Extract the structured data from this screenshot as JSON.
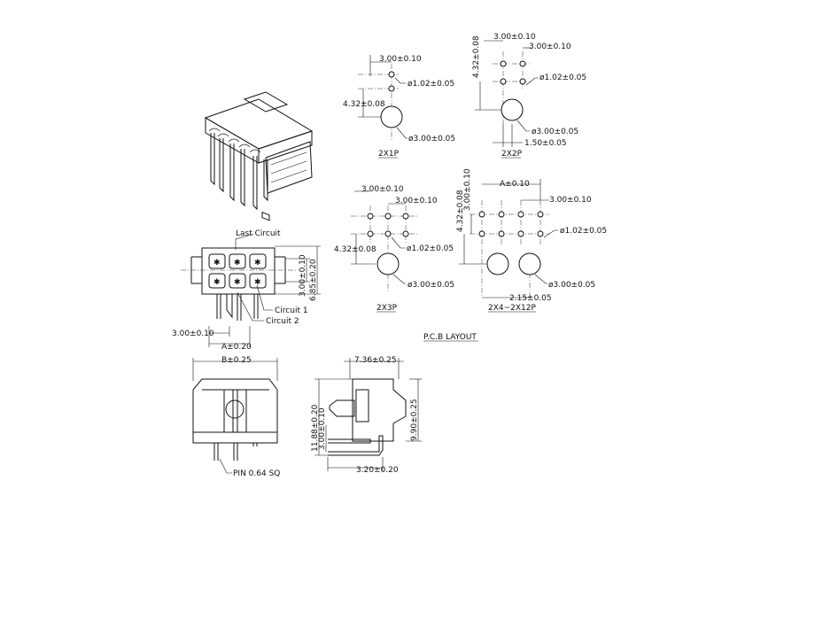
{
  "labels": {
    "layout_2x1p": "2X1P",
    "layout_2x2p": "2X2P",
    "layout_2x3p": "2X3P",
    "layout_2x4_2x12p": "2X4~2X12P",
    "pcb_layout": "P.C.B LAYOUT",
    "last_circuit": "Last Circuit",
    "circuit_1": "Circuit 1",
    "circuit_2": "Circuit 2",
    "pin": "PIN 0.64 SQ"
  },
  "dims": {
    "pitch": "3.00±0.10",
    "row_spacing": "4.32±0.08",
    "hole_small": "ø1.02±0.05",
    "hole_peg": "ø3.00±0.05",
    "peg_offset": "1.50±0.05",
    "peg_spacing": "2.15±0.05",
    "a_dim": "A±0.10",
    "a_dim_front": "A±0.20",
    "b_dim": "B±0.25",
    "height_front": "6.85±0.20",
    "side_width": "7.36±0.25",
    "side_height": "11.88±0.20",
    "side_total": "9.90±0.25",
    "side_pin": "3.20±0.20"
  }
}
